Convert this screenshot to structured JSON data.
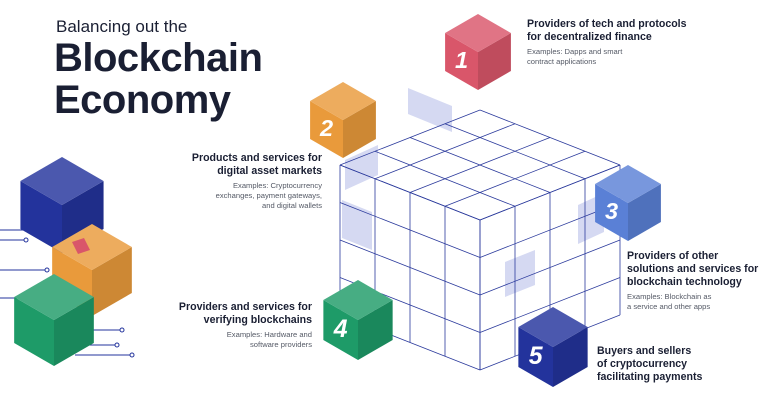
{
  "header": {
    "subtitle": "Balancing out the",
    "title_line1": "Blockchain",
    "title_line2": "Economy"
  },
  "categories": [
    {
      "number": "1",
      "color": "#d9566a",
      "title_line1": "Providers of tech and protocols",
      "title_line2": "for decentralized finance",
      "example_line1": "Examples: Dapps and smart",
      "example_line2": "contract applications"
    },
    {
      "number": "2",
      "color": "#e99a3b",
      "title_line1": "Products and services for",
      "title_line2": "digital asset markets",
      "example_line1": "Examples: Cryptocurrency",
      "example_line2": "exchanges, payment gateways,",
      "example_line3": "and digital wallets"
    },
    {
      "number": "3",
      "color": "#5a80d6",
      "title_line1": "Providers of other",
      "title_line2": "solutions and services for",
      "title_line3": "blockchain technology",
      "example_line1": "Examples: Blockchain as",
      "example_line2": "a service and other apps"
    },
    {
      "number": "4",
      "color": "#1e9b68",
      "title_line1": "Providers and services for",
      "title_line2": "verifying blockchains",
      "example_line1": "Examples: Hardware and",
      "example_line2": "software providers"
    },
    {
      "number": "5",
      "color": "#23339c",
      "title_line1": "Buyers and sellers",
      "title_line2": "of cryptocurrency",
      "title_line3": "facilitating payments"
    }
  ],
  "decor_colors": {
    "navy": "#23339c",
    "orange": "#e99a3b",
    "green": "#1e9b68",
    "pink": "#d9566a",
    "grid_stroke": "#2b3a9c",
    "grid_shade": "#d5d9f2"
  }
}
